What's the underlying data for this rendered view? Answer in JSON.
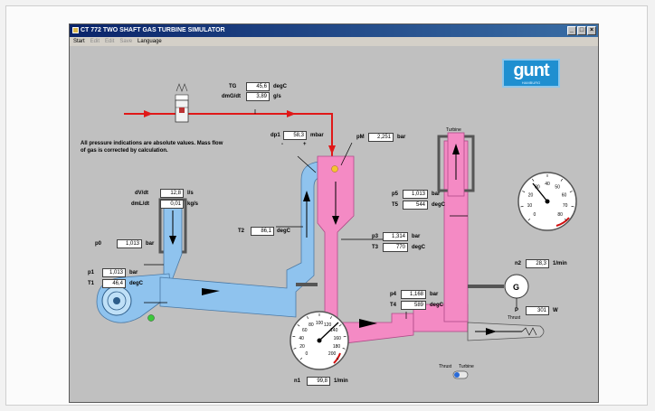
{
  "window": {
    "title": "CT 772 TWO SHAFT GAS TURBINE SIMULATOR"
  },
  "menu": [
    {
      "label": "Start",
      "enabled": true
    },
    {
      "label": "Edit",
      "enabled": false
    },
    {
      "label": "Edit",
      "enabled": false
    },
    {
      "label": "Save",
      "enabled": false
    },
    {
      "label": "Language",
      "enabled": true
    }
  ],
  "logo": {
    "text": "gunt",
    "sub": "HAMBURG"
  },
  "note": "All pressure indications are absolute values. Mass flow of gas is corrected by calculation.",
  "readouts": {
    "tg": {
      "label": "TG",
      "value": "45,6",
      "unit": "degC"
    },
    "dm_gas": {
      "label": "dmG/dt",
      "value": "3,89",
      "unit": "g/s"
    },
    "dp1": {
      "label": "dp1",
      "value": "58,3",
      "unit": "mbar"
    },
    "p_cc": {
      "label": "pM",
      "value": "2,251",
      "unit": "bar"
    },
    "dv": {
      "label": "dV/dt",
      "value": "12,8",
      "unit": "l/s"
    },
    "dm_air": {
      "label": "dmL/dt",
      "value": "0,01",
      "unit": "kg/s"
    },
    "p0": {
      "label": "p0",
      "value": "1,013",
      "unit": "bar"
    },
    "p1": {
      "label": "p1",
      "value": "1,013",
      "unit": "bar"
    },
    "t1": {
      "label": "T1",
      "value": "46,4",
      "unit": "degC"
    },
    "t2": {
      "label": "T2",
      "value": "86,1",
      "unit": "degC"
    },
    "p5": {
      "label": "p5",
      "value": "1,013",
      "unit": "bar"
    },
    "t5": {
      "label": "T5",
      "value": "544",
      "unit": "degC"
    },
    "p3": {
      "label": "p3",
      "value": "1,314",
      "unit": "bar"
    },
    "t3": {
      "label": "T3",
      "value": "770",
      "unit": "degC"
    },
    "p4": {
      "label": "p4",
      "value": "1,168",
      "unit": "bar"
    },
    "t4": {
      "label": "T4",
      "value": "589",
      "unit": "degC"
    },
    "n2": {
      "label": "n2",
      "value": "28,3",
      "unit": "1/min"
    },
    "power": {
      "label": "P",
      "value": "301",
      "unit": "W"
    },
    "n1": {
      "label": "n1",
      "value": "99,8",
      "unit": "1/min"
    }
  },
  "labels": {
    "turbine": "Turbine",
    "thrust": "Thrust",
    "switch_thrust": "Thrust",
    "switch_turbine": "Turbine",
    "generator": "G",
    "dp_minus": "-",
    "dp_plus": "+"
  },
  "gauges": {
    "n1": {
      "ticks": [
        "0",
        "20",
        "40",
        "60",
        "80",
        "100",
        "120",
        "140",
        "160",
        "180",
        "200"
      ]
    },
    "n2": {
      "ticks": [
        "0",
        "10",
        "20",
        "30",
        "40",
        "50",
        "60",
        "70",
        "80"
      ]
    }
  },
  "colors": {
    "air": "#8fc3ee",
    "gas": "#f48ac4",
    "fuel": "#e01818",
    "panel": "#c0c0c0"
  }
}
